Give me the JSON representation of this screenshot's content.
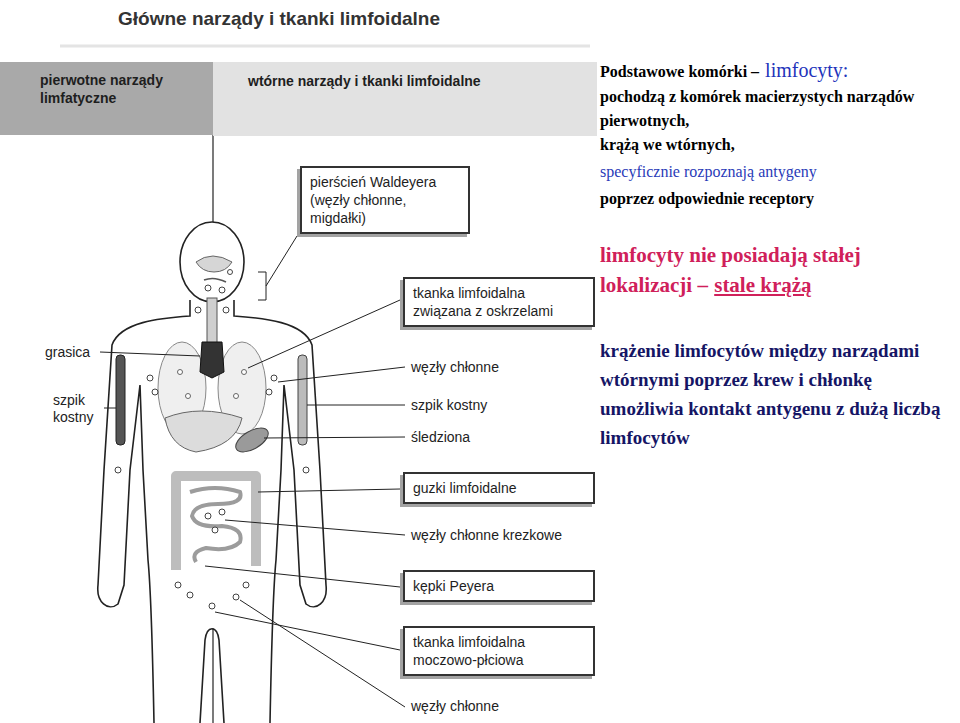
{
  "diagram": {
    "title": "Główne narządy i tkanki limfoidalne",
    "nodes": [
      {
        "text": [
          "pierwotne narządy limfatyczne"
        ]
      },
      {
        "text": [
          "wtórne narządy i tkanki limfoidalne"
        ]
      },
      {
        "text": [
          "pierścień Waldeyera (węzły chłonne, migdałki)"
        ]
      },
      {
        "text": [
          "tkanka limfoidalna związana z oskrzelami"
        ]
      },
      {
        "text": [
          "guzki limfoidalne"
        ]
      },
      {
        "text": [
          "kępki Peyera"
        ]
      },
      {
        "text": [
          "tkanka limfoidalna moczowo-płciowa"
        ]
      }
    ],
    "labels": [
      "grasica",
      "szpik kostny",
      "węzły chłonne",
      "szpik kostny",
      "śledziona",
      "węzły chłonne krezkowe",
      "węzły chłonne",
      "Podstawowe komórki –",
      "limfocyty:",
      "pochodzą z komórek macierzystych narządów pierwotnych,",
      "krążą we wtórnych,",
      "specyficznie rozpoznają antygeny",
      "poprzez odpowiednie receptory",
      "limfocyty nie posiadają stałej lokalizacji –",
      "stale krążą",
      "krążenie limfocytów między narządami wtórnymi poprzez krew i chłonkę umożliwia kontakt antygenu z dużą liczbą limfocytów"
    ]
  }
}
